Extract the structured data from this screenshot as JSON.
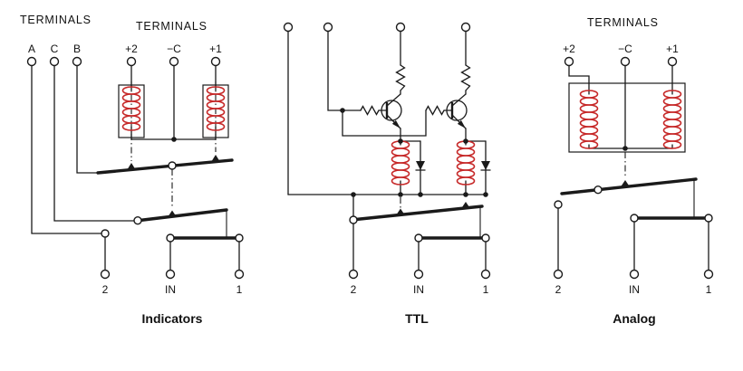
{
  "colors": {
    "coil": "#c62828",
    "line": "#1a1a1a"
  },
  "indicators": {
    "title": "Indicators",
    "terminals_heading_left": "TERMINALS",
    "terminals_heading_right": "TERMINALS",
    "left_terminals": {
      "a": "A",
      "c": "C",
      "b": "B"
    },
    "right_terminals": {
      "plus2": "+2",
      "minusC": "−C",
      "plus1": "+1"
    },
    "bottom_terminals": {
      "t2": "2",
      "in": "IN",
      "t1": "1"
    }
  },
  "ttl": {
    "title": "TTL",
    "bottom_terminals": {
      "t2": "2",
      "in": "IN",
      "t1": "1"
    }
  },
  "analog": {
    "title": "Analog",
    "terminals_heading": "TERMINALS",
    "top_terminals": {
      "plus2": "+2",
      "minusC": "−C",
      "plus1": "+1"
    },
    "bottom_terminals": {
      "t2": "2",
      "in": "IN",
      "t1": "1"
    }
  }
}
